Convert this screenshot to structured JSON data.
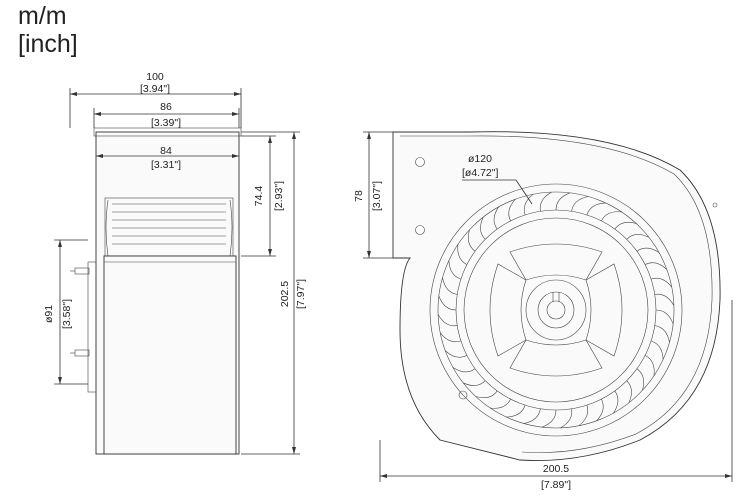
{
  "units": {
    "line1": "m/m",
    "line2": "[inch]"
  },
  "side_view": {
    "width_total": {
      "mm": "100",
      "inch": "[3.94\"]"
    },
    "width_mid": {
      "mm": "86",
      "inch": "[3.39\"]"
    },
    "width_inner": {
      "mm": "84",
      "inch": "[3.31\"]"
    },
    "height_upper": {
      "mm": "74.4",
      "inch": "[2.93\"]"
    },
    "height_total": {
      "mm": "202.5",
      "inch": "[7.97\"]"
    },
    "motor_dia": {
      "mm": "ø91",
      "inch": "[3.58\"]"
    }
  },
  "front_view": {
    "outlet_height": {
      "mm": "78",
      "inch": "[3.07\"]"
    },
    "wheel_dia": {
      "mm": "ø120",
      "inch": "[ø4.72\"]"
    },
    "width_total": {
      "mm": "200.5",
      "inch": "[7.89\"]"
    }
  }
}
